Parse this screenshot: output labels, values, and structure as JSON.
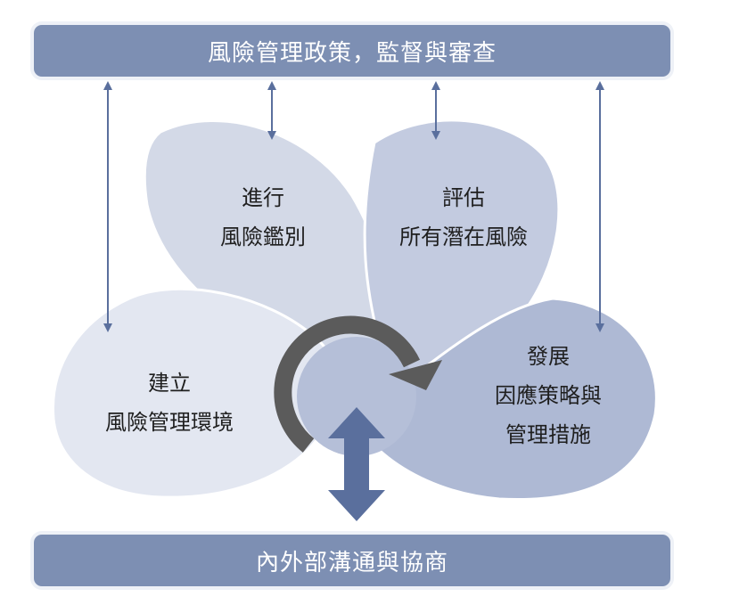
{
  "top_bar": {
    "text": "風險管理政策，監督與審查"
  },
  "bottom_bar": {
    "text": "內外部溝通與協商"
  },
  "petals": [
    {
      "lines": [
        "進行",
        "風險鑑別"
      ],
      "color": "#d3d9e7"
    },
    {
      "lines": [
        "評估",
        "所有潛在風險"
      ],
      "color": "#c3cbe0"
    },
    {
      "lines": [
        "建立",
        "風險管理環境"
      ],
      "color": "#e3e7f1"
    },
    {
      "lines": [
        "發展",
        "因應策略與",
        "管理措施"
      ],
      "color": "#aeb9d4"
    }
  ],
  "colors": {
    "bar": "#7d8fb3",
    "arrow": "#5a6f9d",
    "cycle_arrow": "#5b5b5b",
    "center": "#b5bfd8"
  }
}
